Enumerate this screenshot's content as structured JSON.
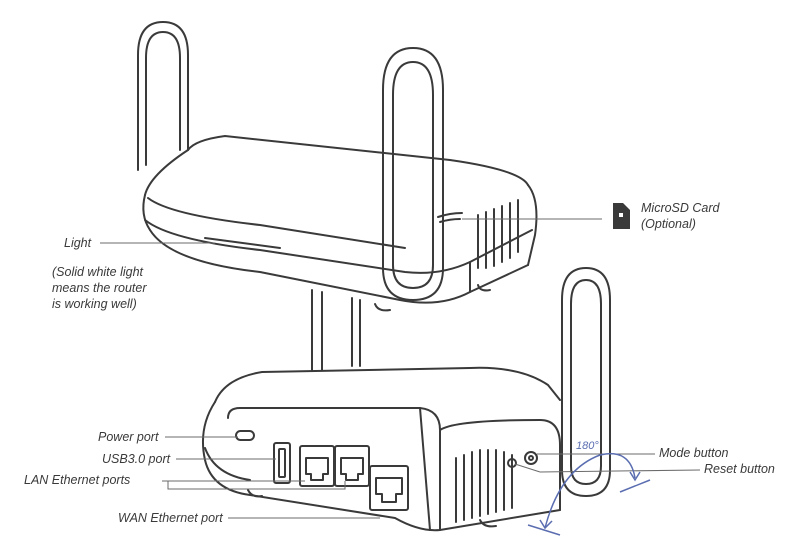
{
  "labels": {
    "light": "Light",
    "light_note": [
      "(Solid white light",
      "means the router",
      "is working well)"
    ],
    "microsd": [
      "MicroSD Card",
      "(Optional)"
    ],
    "power_port": "Power port",
    "usb_port": "USB3.0 port",
    "lan_ports": "LAN Ethernet ports",
    "wan_port": "WAN Ethernet port",
    "mode_button": "Mode button",
    "reset_button": "Reset button",
    "rotation": "180°"
  },
  "colors": {
    "line": "#3a3a3a",
    "rotation_arrow": "#5a6db0"
  },
  "icons": [
    "microsd-card-icon"
  ]
}
